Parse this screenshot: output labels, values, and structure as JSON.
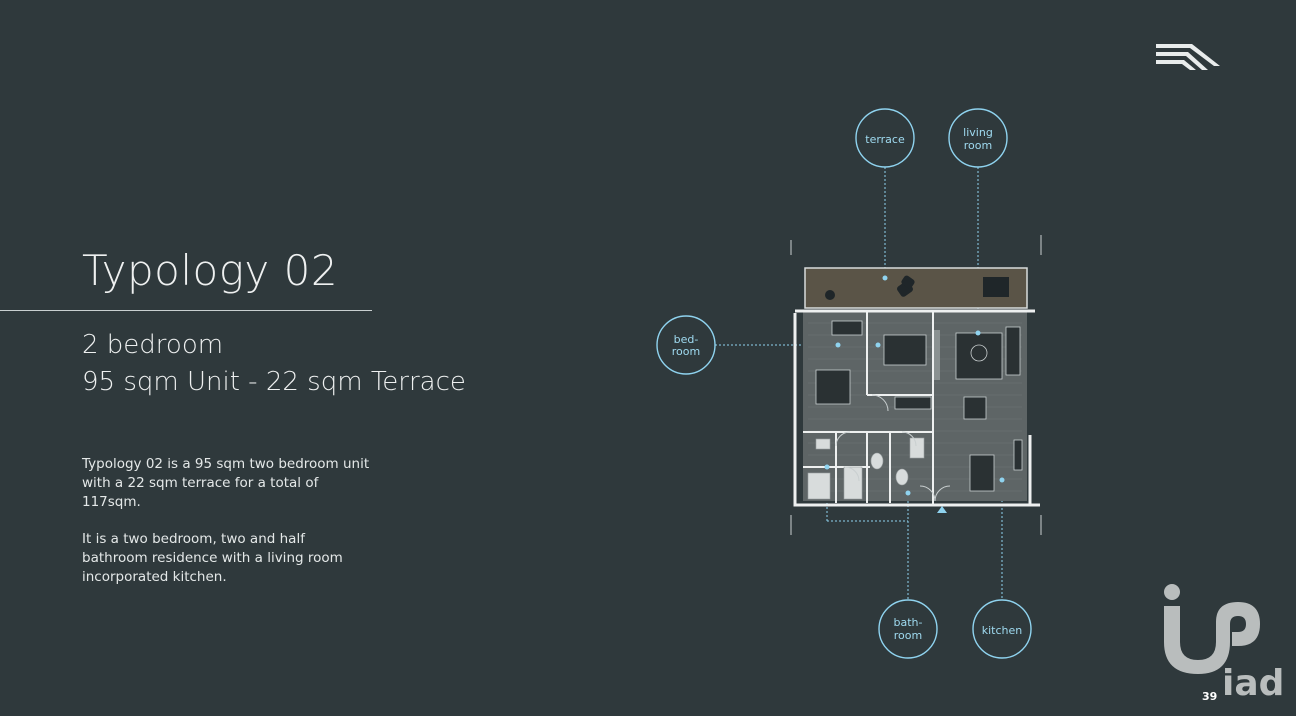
{
  "slide": {
    "title": "Typology 02",
    "subtitle_line1": "2 bedroom",
    "subtitle_line2": "95 sqm Unit - 22 sqm Terrace",
    "description_para1": "Typology 02 is a 95 sqm two bedroom unit with a 22 sqm terrace for a total of 117sqm.",
    "description_para2": "It is a two bedroom, two and half bathroom residence with a living room incorporated kitchen.",
    "page_number": "39"
  },
  "floorplan": {
    "callouts": {
      "terrace": "terrace",
      "living_line1": "living",
      "living_line2": "room",
      "bedroom_line1": "bed-",
      "bedroom_line2": "room",
      "bathroom_line1": "bath-",
      "bathroom_line2": "room",
      "kitchen": "kitchen"
    }
  },
  "brand": {
    "watermark_text": "iad"
  },
  "colors": {
    "background": "#2f393c",
    "accent": "#8fd3ef",
    "text": "#eef0f0"
  },
  "icons": [
    "building-logo-icon",
    "iad-brand-logo"
  ]
}
